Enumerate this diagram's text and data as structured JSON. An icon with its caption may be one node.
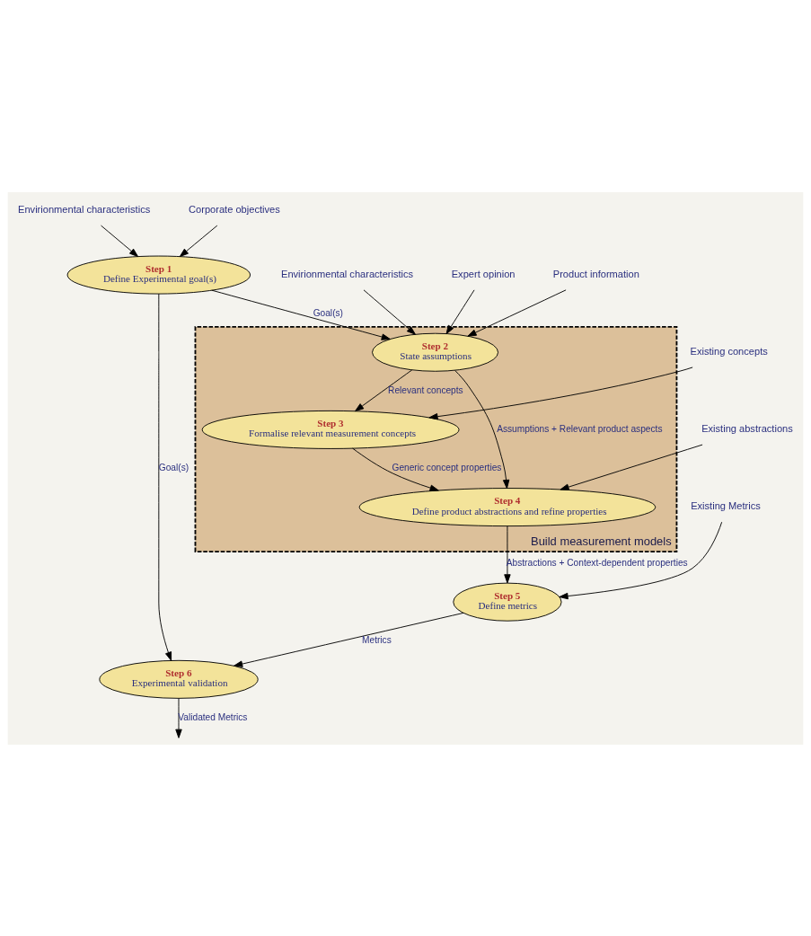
{
  "diagram": {
    "nodes": [
      {
        "text": [
          "Envirionmental characteristics"
        ]
      },
      {
        "text": [
          "Corporate objectives"
        ]
      },
      {
        "text": [
          "Envirionmental characteristics"
        ]
      },
      {
        "text": [
          "Expert opinion"
        ]
      },
      {
        "text": [
          "Product information"
        ]
      },
      {
        "text": [
          "Step 1",
          "Define Experimental goal(s)"
        ]
      },
      {
        "text": [
          "Existing concepts"
        ]
      },
      {
        "text": [
          "Build measurement models"
        ]
      },
      {
        "text": [
          "Step 2",
          "State assumptions"
        ],
        "in": 7
      },
      {
        "text": [
          "Step 3",
          "Formalise relevant measurement concepts"
        ],
        "in": 7
      },
      {
        "text": [
          "Step 4",
          "Define product abstractions and refine properties"
        ],
        "in": 7
      },
      {
        "text": [
          "Existing abstractions"
        ]
      },
      {
        "text": [
          "Existing Metrics"
        ]
      },
      {
        "text": [
          "Step 5",
          "Define metrics"
        ]
      },
      {
        "text": [
          "Step 6",
          "Experimental validation"
        ]
      }
    ],
    "edges": [
      {
        "from": 0,
        "to": 5,
        "arrow": "to"
      },
      {
        "from": 1,
        "to": 5,
        "arrow": "to"
      },
      {
        "from": 5,
        "to": 8,
        "arrow": "to",
        "label": "Goal(s)"
      },
      {
        "from": 2,
        "to": 8,
        "arrow": "to"
      },
      {
        "from": 3,
        "to": 8,
        "arrow": "to"
      },
      {
        "from": 4,
        "to": 8,
        "arrow": "to"
      },
      {
        "from": 6,
        "to": 9,
        "arrow": "to"
      },
      {
        "from": 8,
        "to": 9,
        "arrow": "to",
        "label": "Relevant concepts"
      },
      {
        "from": 8,
        "to": 10,
        "arrow": "to",
        "label": "Assumptions + Relevant product aspects"
      },
      {
        "from": 9,
        "to": 10,
        "arrow": "to",
        "label": "Generic concept properties"
      },
      {
        "from": 11,
        "to": 10,
        "arrow": "to"
      },
      {
        "from": 10,
        "to": 13,
        "arrow": "to",
        "label": "Abstractions + Context-dependent properties"
      },
      {
        "from": 12,
        "to": 13,
        "arrow": "to"
      },
      {
        "from": 13,
        "to": 14,
        "arrow": "to",
        "label": "Metrics"
      },
      {
        "from": 5,
        "to": 14,
        "arrow": "to",
        "label": "Goal(s)"
      },
      {
        "from": 14,
        "to": null,
        "arrow": "to",
        "label": "Validated Metrics"
      }
    ]
  }
}
